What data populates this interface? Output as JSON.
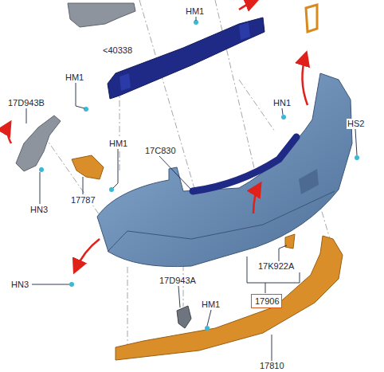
{
  "diagram": {
    "nodes": [
      {
        "text": [
          "17906"
        ]
      }
    ],
    "labels": [
      "HM1",
      "<40338",
      "HM1",
      "17D943B",
      "HN1",
      "HS2",
      "HM1",
      "17C830",
      "17787",
      "HN3",
      "HN3",
      "17K922A",
      "17D943A",
      "HM1",
      "17810"
    ]
  }
}
